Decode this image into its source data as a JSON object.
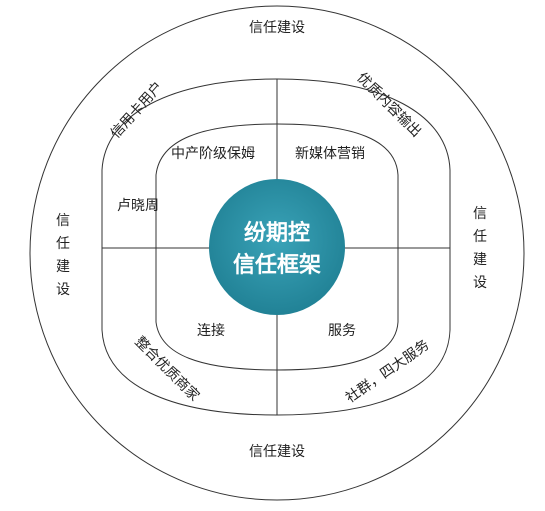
{
  "outer_ring": {
    "top": "信任建设",
    "bottom": "信任建设",
    "left": "信任建设",
    "right": "信任建设"
  },
  "middle_ring": {
    "top_left": "信用卡用户",
    "top_right": "优质内容输出",
    "bottom_left": "整合优质商家",
    "bottom_right": "社群，四大服务"
  },
  "inner_ring": {
    "top_left": "中产阶级保姆",
    "top_right": "新媒体营销",
    "left": "卢晓周",
    "bottom_left": "连接",
    "bottom_right": "服务"
  },
  "center": {
    "line1": "纷期控",
    "line2": "信任框架"
  },
  "colors": {
    "center_fill": "#2b8fa3",
    "line": "#333333"
  }
}
